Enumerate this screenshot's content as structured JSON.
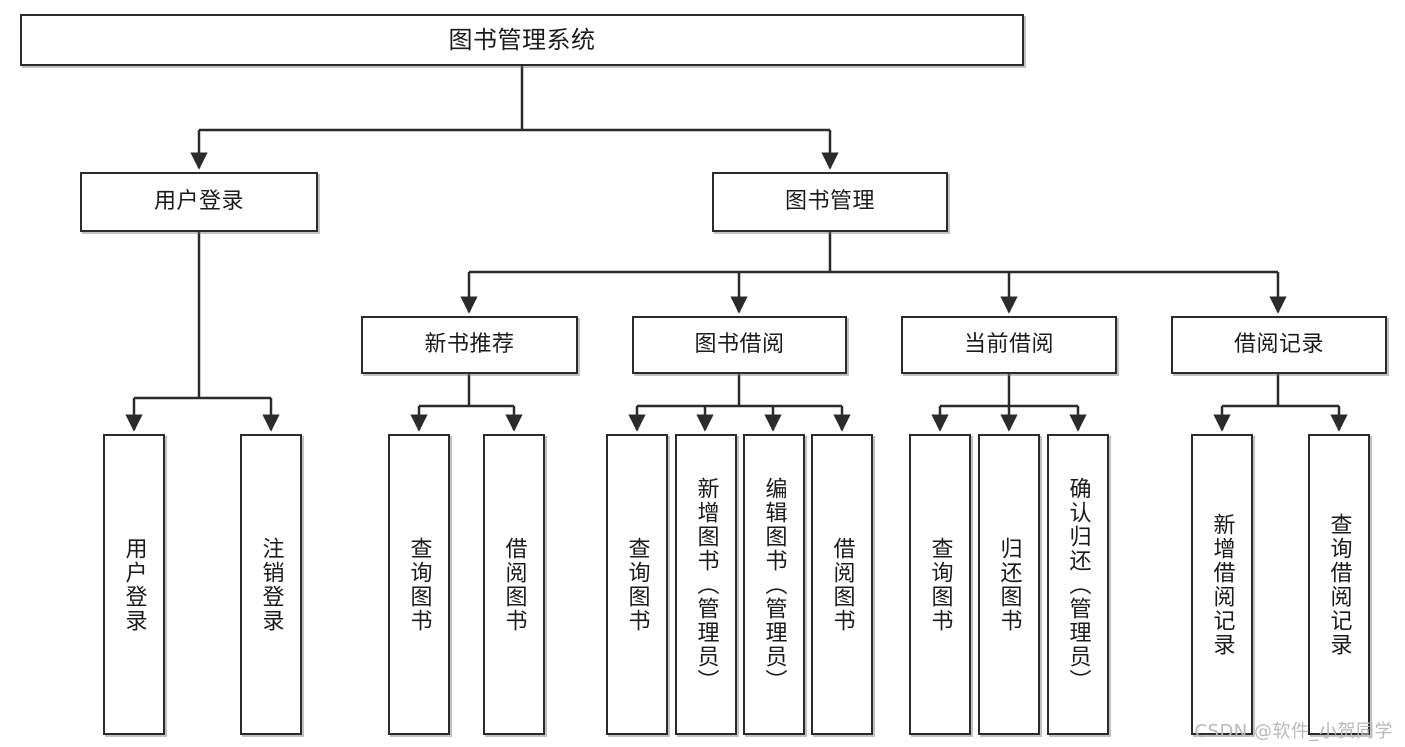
{
  "diagram": {
    "type": "tree-hierarchy",
    "title": "图书管理系统",
    "watermark": "CSDN @软件_小贺同学",
    "nodes": {
      "root": {
        "label": "图书管理系统"
      },
      "level2": [
        {
          "id": "user-login",
          "label": "用户登录"
        },
        {
          "id": "book-manage",
          "label": "图书管理"
        }
      ],
      "level3": [
        {
          "id": "new-book-recommend",
          "label": "新书推荐"
        },
        {
          "id": "book-borrow",
          "label": "图书借阅"
        },
        {
          "id": "current-borrow",
          "label": "当前借阅"
        },
        {
          "id": "borrow-record",
          "label": "借阅记录"
        }
      ],
      "leaves": {
        "user_login": [
          {
            "id": "leaf-user-login",
            "label": "用户登录"
          },
          {
            "id": "leaf-logout-login",
            "label": "注销登录"
          }
        ],
        "new_book_recommend": [
          {
            "id": "leaf-query-book-1",
            "label": "查询图书"
          },
          {
            "id": "leaf-borrow-book-1",
            "label": "借阅图书"
          }
        ],
        "book_borrow": [
          {
            "id": "leaf-query-book-2",
            "label": "查询图书"
          },
          {
            "id": "leaf-add-book",
            "label": "新增图书（管理员）"
          },
          {
            "id": "leaf-edit-book",
            "label": "编辑图书（管理员）"
          },
          {
            "id": "leaf-borrow-book-2",
            "label": "借阅图书"
          }
        ],
        "current_borrow": [
          {
            "id": "leaf-query-book-3",
            "label": "查询图书"
          },
          {
            "id": "leaf-return-book",
            "label": "归还图书"
          },
          {
            "id": "leaf-confirm-return",
            "label": "确认归还（管理员）"
          }
        ],
        "borrow_record": [
          {
            "id": "leaf-add-record",
            "label": "新增借阅记录"
          },
          {
            "id": "leaf-query-record",
            "label": "查询借阅记录"
          }
        ]
      }
    },
    "colors": {
      "stroke": "#2b2b2b",
      "fill": "#ffffff",
      "text": "#1b1b1b",
      "watermark": "#b9b9b9"
    }
  }
}
